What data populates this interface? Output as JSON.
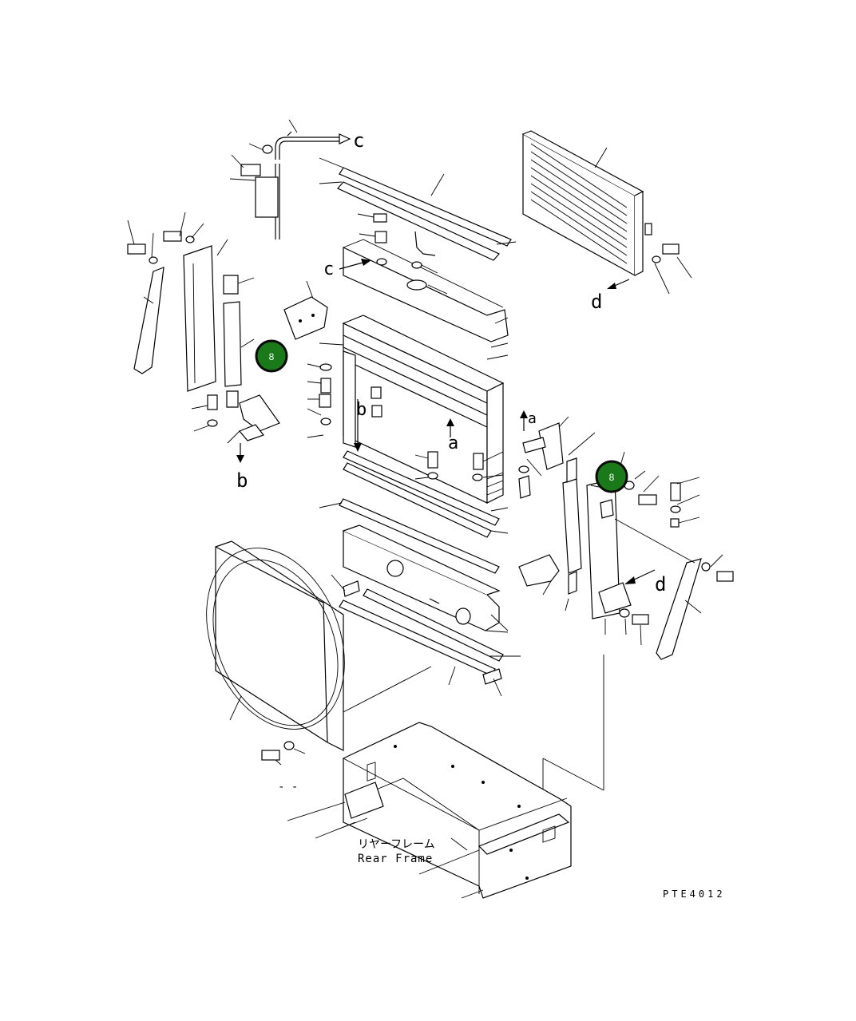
{
  "diagram": {
    "ref_c_top": "c",
    "ref_c_mid": "c",
    "ref_d_top": "d",
    "ref_d_right": "d",
    "ref_b_mid": "b",
    "ref_b_left": "b",
    "ref_a_mid": "a",
    "ref_a_right": "a",
    "rear_frame_jp": "リヤーフレーム",
    "rear_frame_en": "Rear Frame",
    "drawing_code": "PTE4012",
    "dash_mark": "- -",
    "markers": [
      {
        "label": "8",
        "color": "#1a7a1a"
      },
      {
        "label": "8",
        "color": "#1a7a1a"
      }
    ]
  }
}
